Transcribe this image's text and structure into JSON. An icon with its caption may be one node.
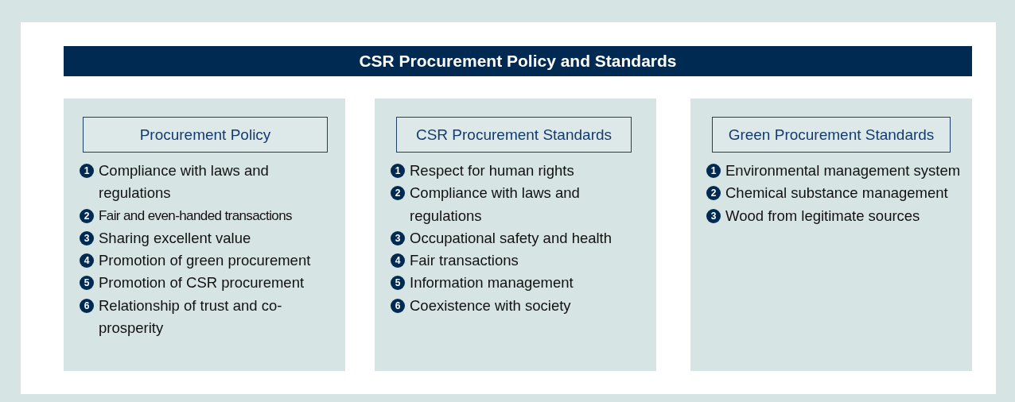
{
  "diagram": {
    "title": "CSR Procurement Policy and Standards",
    "nodes": [
      {
        "text": [
          "1",
          "Compliance with laws and regulations",
          "2",
          "Fair and even-handed transactions",
          "3",
          "Sharing excellent value",
          "4",
          "Promotion of green procurement",
          "5",
          "Promotion of CSR procurement",
          "6",
          "Relationship of trust and co-prosperity"
        ]
      },
      {
        "text": [
          "Procurement Policy"
        ],
        "in": 0
      },
      {
        "text": [
          "1",
          "Respect for human rights",
          "2",
          "Compliance with laws and regulations",
          "3",
          "Occupational safety and health",
          "4",
          "Fair transactions",
          "5",
          "Information management",
          "6",
          "Coexistence with society"
        ]
      },
      {
        "text": [
          "CSR Procurement Standards"
        ],
        "in": 2
      },
      {
        "text": [
          "1",
          "Environmental management system",
          "2",
          "Chemical substance management",
          "3",
          "Wood from legitimate sources"
        ]
      },
      {
        "text": [
          "Green Procurement Standards"
        ],
        "in": 4
      }
    ]
  }
}
